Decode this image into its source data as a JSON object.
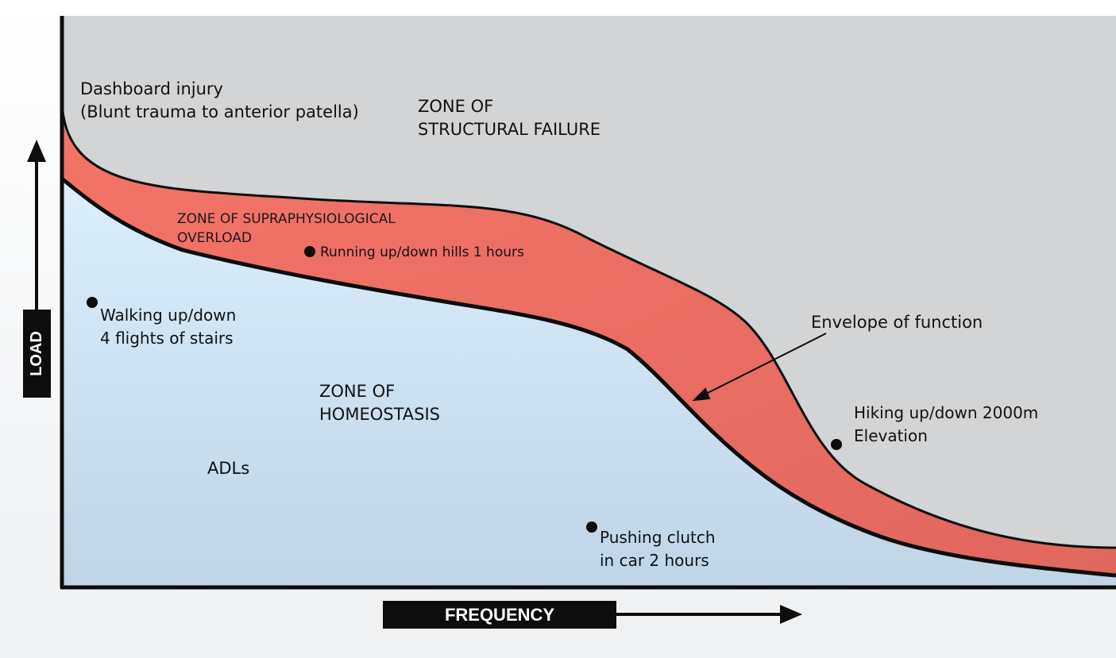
{
  "axes": {
    "x_label": "FREQUENCY",
    "y_label": "LOAD"
  },
  "zones": {
    "structural_failure": [
      "ZONE OF",
      "STRUCTURAL FAILURE"
    ],
    "supraphysiological": [
      "ZONE OF SUPRAPHYSIOLOGICAL",
      "OVERLOAD"
    ],
    "homeostasis": [
      "ZONE OF",
      "HOMEOSTASIS"
    ],
    "adls": "ADLs"
  },
  "annotations": {
    "dashboard_injury": [
      "Dashboard injury",
      "(Blunt trauma to anterior patella)"
    ],
    "envelope": "Envelope of function"
  },
  "activities": [
    {
      "id": "running",
      "lines": [
        "Running up/down hills 1 hours"
      ]
    },
    {
      "id": "walking",
      "lines": [
        "Walking up/down",
        "4 flights of stairs"
      ]
    },
    {
      "id": "hiking",
      "lines": [
        "Hiking up/down 2000m",
        "Elevation"
      ]
    },
    {
      "id": "clutch",
      "lines": [
        "Pushing clutch",
        "in car 2 hours"
      ]
    }
  ],
  "colors": {
    "failure_zone": "#d3d4d6",
    "overload_zone": "#f27468",
    "homeostasis_zone": "#d8ecfb",
    "ink": "#0d0d0d"
  }
}
